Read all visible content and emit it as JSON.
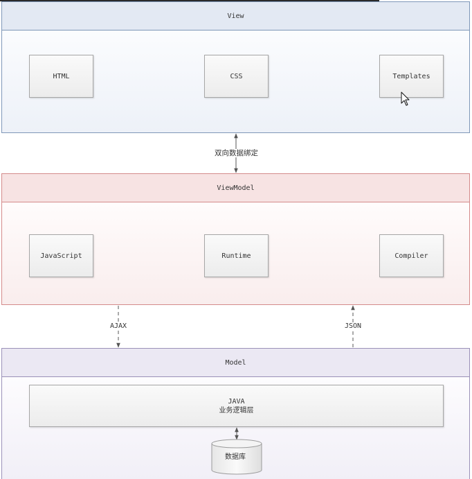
{
  "view": {
    "title": "View",
    "components": [
      "HTML",
      "CSS",
      "Templates"
    ]
  },
  "binding_label": "双向数据绑定",
  "viewmodel": {
    "title": "ViewModel",
    "components": [
      "JavaScript",
      "Runtime",
      "Compiler"
    ]
  },
  "ajax_label": "AJAX",
  "json_label": "JSON",
  "model": {
    "title": "Model",
    "business_title": "JAVA",
    "business_subtitle": "业务逻辑层",
    "database": "数据库"
  },
  "icons": [
    "mouse-cursor-icon",
    "database-cylinder-icon"
  ]
}
